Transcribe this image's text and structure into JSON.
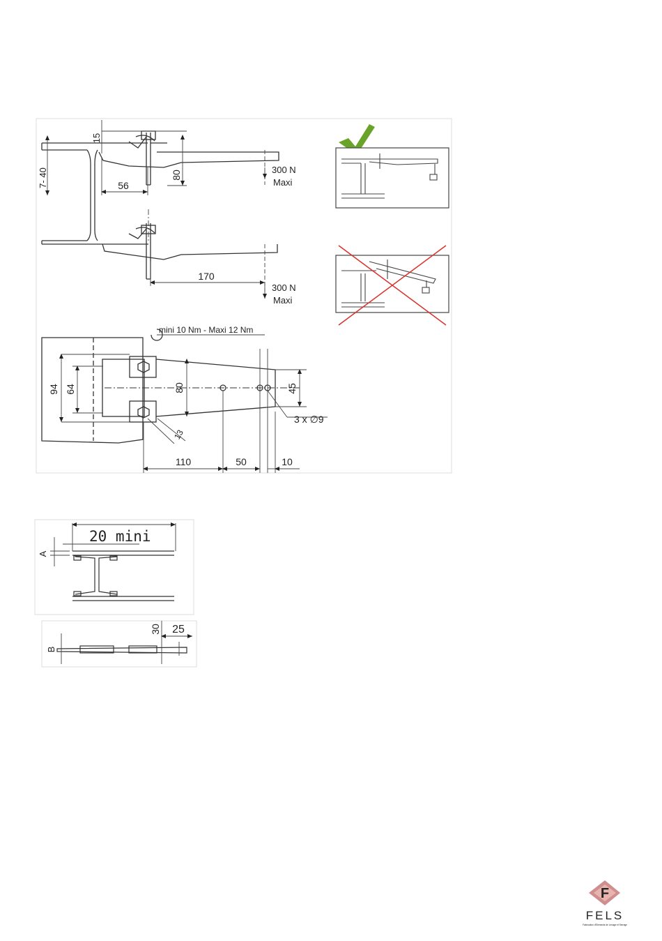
{
  "side_view": {
    "dim_flange_thickness": "7- 40",
    "dim_top": "15",
    "dim_offset": "56",
    "dim_height": "80",
    "load_label_1": "300 N",
    "load_label_2": "Maxi",
    "dim_length": "170",
    "load_label_3": "300 N",
    "load_label_4": "Maxi"
  },
  "plan_view": {
    "torque_label": "mini 10 Nm - Maxi 12 Nm",
    "dim_outer": "94",
    "dim_inner": "64",
    "dim_width": "80",
    "dim_end_width": "45",
    "dim_angle": "13",
    "holes_label": "3 x ∅9",
    "dim_a": "110",
    "dim_b": "50",
    "dim_c": "10"
  },
  "examples": {
    "correct_color": "#6aa32a",
    "incorrect_color": "#d9302a"
  },
  "detail_view": {
    "dim_min": "20 mini",
    "label_a": "A",
    "label_b": "B",
    "dim_30": "30",
    "dim_25": "25"
  },
  "logo": {
    "letter": "F",
    "text": "FELS",
    "tagline": "Fabrication d'Elements de Levage et Serrage",
    "color": "#c77b7b"
  }
}
